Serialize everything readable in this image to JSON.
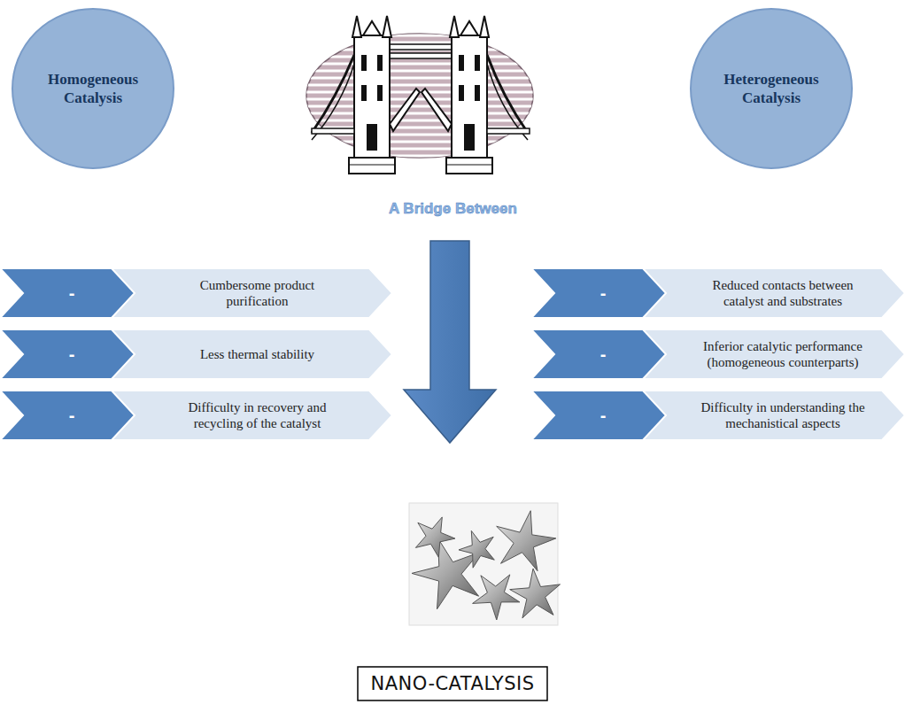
{
  "diagram": {
    "nodes": [
      {
        "text": [
          "Homogeneous Catalysis"
        ]
      },
      {
        "text": [
          "Heterogeneous Catalysis"
        ]
      },
      {
        "text": [
          "-"
        ]
      },
      {
        "text": [
          "Cumbersome product purification"
        ]
      },
      {
        "text": [
          "-"
        ]
      },
      {
        "text": [
          "Reduced contacts between catalyst and substrates"
        ]
      },
      {
        "text": [
          "-"
        ]
      },
      {
        "text": [
          "Less thermal stability"
        ]
      },
      {
        "text": [
          "-"
        ]
      },
      {
        "text": [
          "Inferior catalytic performance (homogeneous counterparts)"
        ]
      },
      {
        "text": [
          "-"
        ]
      },
      {
        "text": [
          "Difficulty in recovery and recycling of the catalyst"
        ]
      },
      {
        "text": [
          "-"
        ]
      },
      {
        "text": [
          "Difficulty in understanding the mechanistical aspects"
        ]
      },
      {
        "text": [
          "NANO-CATALYSIS"
        ]
      }
    ],
    "labels": [
      "A Bridge Between"
    ]
  }
}
